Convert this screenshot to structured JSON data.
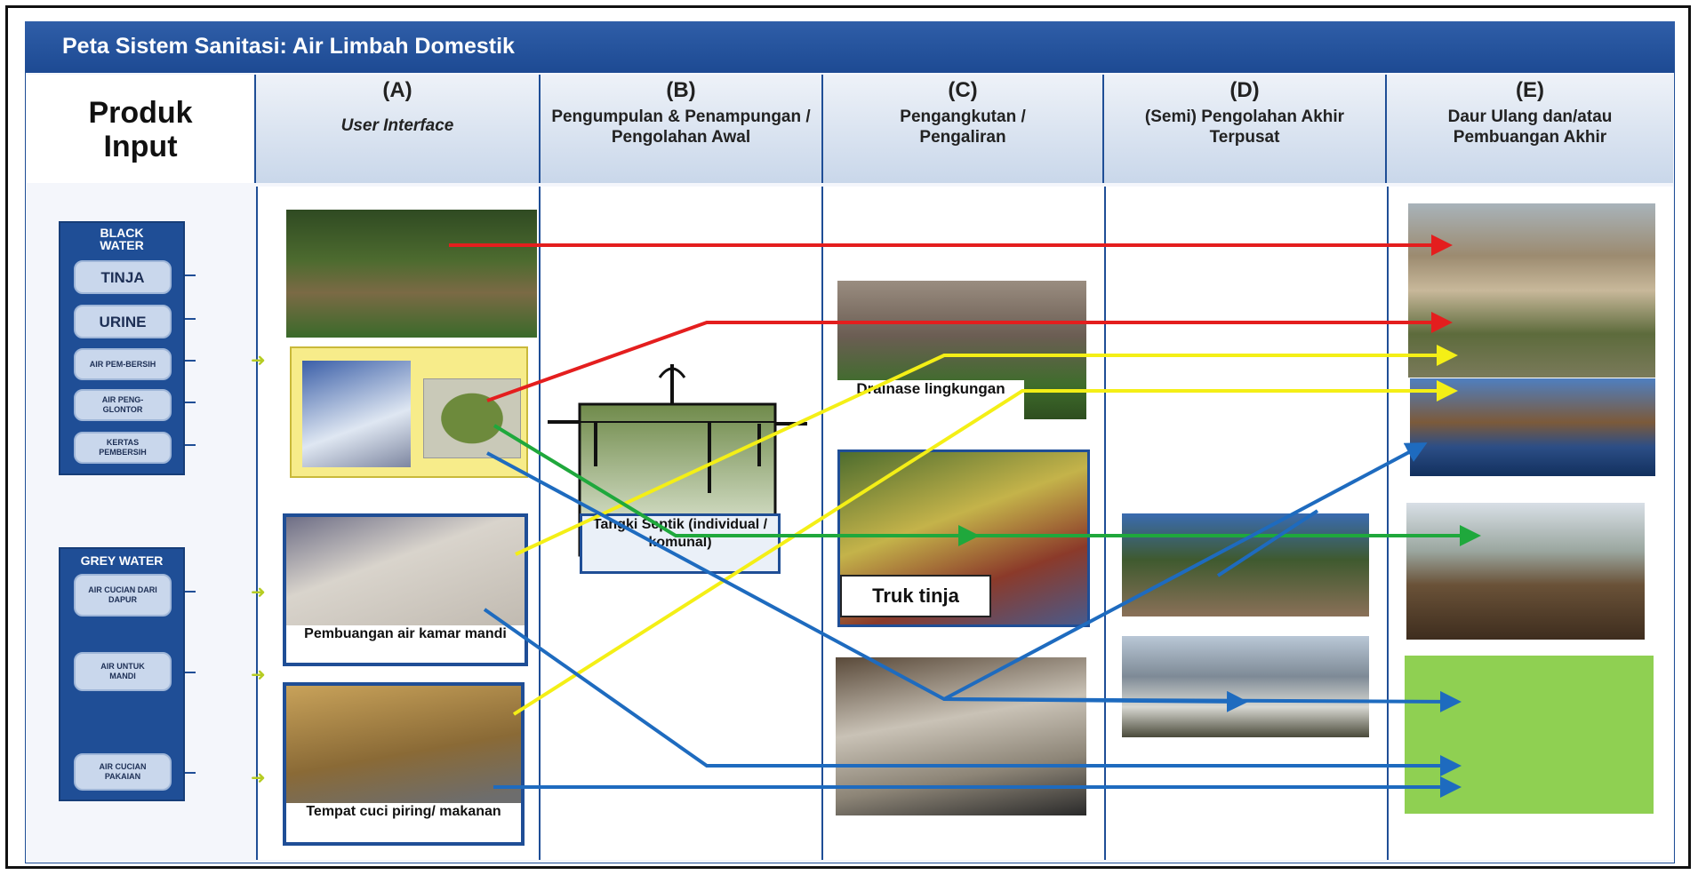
{
  "title": "Peta Sistem Sanitasi: Air Limbah Domestik",
  "input_header": [
    "Produk",
    "Input"
  ],
  "columns": [
    {
      "letter": "(A)",
      "name": "User Interface"
    },
    {
      "letter": "(B)",
      "name": "Pengumpulan & Penampungan / Pengolahan Awal"
    },
    {
      "letter": "(C)",
      "name": "Pengangkutan / Pengaliran"
    },
    {
      "letter": "(D)",
      "name": "(Semi) Pengolahan Akhir Terpusat"
    },
    {
      "letter": "(E)",
      "name": "Daur Ulang dan/atau Pembuangan Akhir"
    }
  ],
  "black_water": {
    "title": "BLACK WATER",
    "items": [
      "TINJA",
      "URINE",
      "AIR PEM-BERSIH",
      "AIR PENG-GLONTOR",
      "KERTAS PEMBERSIH"
    ]
  },
  "grey_water": {
    "title": "GREY WATER",
    "items": [
      "AIR CUCIAN DARI DAPUR",
      "AIR UNTUK MANDI",
      "AIR CUCIAN PAKAIAN"
    ]
  },
  "captions": {
    "bathroom": "Pembuangan air kamar mandi",
    "sink": "Tempat cuci piring/ makanan",
    "septic": "Tangki Septik (individual / komunal)",
    "drainage": "Drainase lingkungan",
    "truck": "Truk tinja"
  },
  "colors": {
    "header_blue": "#1f4e96",
    "red_flow": "#e41e1e",
    "yellow_flow": "#f4ef16",
    "green_flow": "#1fa83c",
    "blue_flow": "#1e6bbf"
  }
}
